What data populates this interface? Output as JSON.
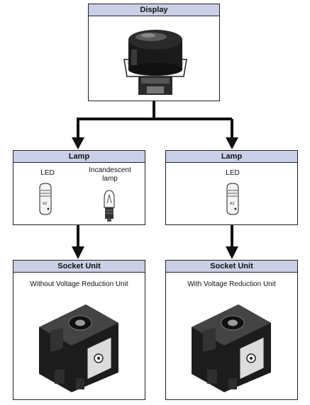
{
  "display": {
    "title": "Display"
  },
  "lamp_left": {
    "title": "Lamp",
    "led_label": "LED",
    "incandescent_label": "Incandescent lamp"
  },
  "lamp_right": {
    "title": "Lamp",
    "led_label": "LED"
  },
  "socket_left": {
    "title": "Socket Unit",
    "caption": "Without Voltage Reduction Unit"
  },
  "socket_right": {
    "title": "Socket Unit",
    "caption": "With Voltage Reduction Unit"
  },
  "icons": {
    "display": "push-button-display-icon",
    "led": "led-lamp-icon",
    "incandescent": "incandescent-lamp-icon",
    "socket": "socket-unit-icon"
  }
}
